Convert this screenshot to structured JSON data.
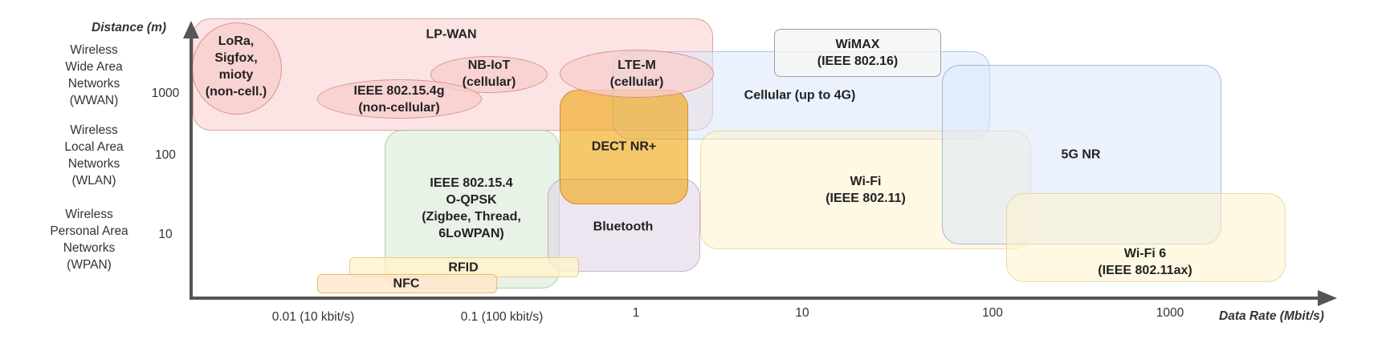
{
  "axes": {
    "y_title": "Distance (m)",
    "x_title": "Data Rate (Mbit/s)",
    "y_ticks": [
      "1000",
      "100",
      "10"
    ],
    "x_ticks": [
      "0.01 (10 kbit/s)",
      "0.1 (100 kbit/s)",
      "1",
      "10",
      "100",
      "1000"
    ]
  },
  "categories": {
    "wwan": "Wireless\nWide Area\nNetworks\n(WWAN)",
    "wlan": "Wireless\nLocal Area\nNetworks\n(WLAN)",
    "wpan": "Wireless\nPersonal Area\nNetworks\n(WPAN)"
  },
  "technologies": {
    "lpwan": "LP-WAN",
    "lora": "LoRa,\nSigfox,\nmioty\n(non-cell.)",
    "nbiot": "NB-IoT\n(cellular)",
    "ieee802154g": "IEEE 802.15.4g\n(non-cellular)",
    "ltem": "LTE-M\n(cellular)",
    "wimax": "WiMAX\n(IEEE 802.16)",
    "cellular": "Cellular (up to 4G)",
    "nr5g": "5G NR",
    "dect": "DECT NR+",
    "ieee802154": "IEEE 802.15.4\nO-QPSK\n(Zigbee, Thread,\n6LoWPAN)",
    "wifi": "Wi-Fi\n(IEEE 802.11)",
    "bluetooth": "Bluetooth",
    "wifi6": "Wi-Fi 6\n(IEEE 802.11ax)",
    "rfid": "RFID",
    "nfc": "NFC"
  },
  "colors": {
    "pink_fill": "#f8cecc",
    "pink_stroke": "#b85450",
    "blue_fill": "#dae8fc",
    "blue_stroke": "#6c8ebf",
    "yellow_fill": "#fff2cc",
    "yellow_stroke": "#d6b656",
    "green_fill": "#d5e8d4",
    "green_stroke": "#82b366",
    "purple_fill": "#e1d5e7",
    "purple_stroke": "#9673a6",
    "orange_fill": "#f0a30a",
    "orange_stroke": "#bd7000",
    "axis": "#555555"
  }
}
